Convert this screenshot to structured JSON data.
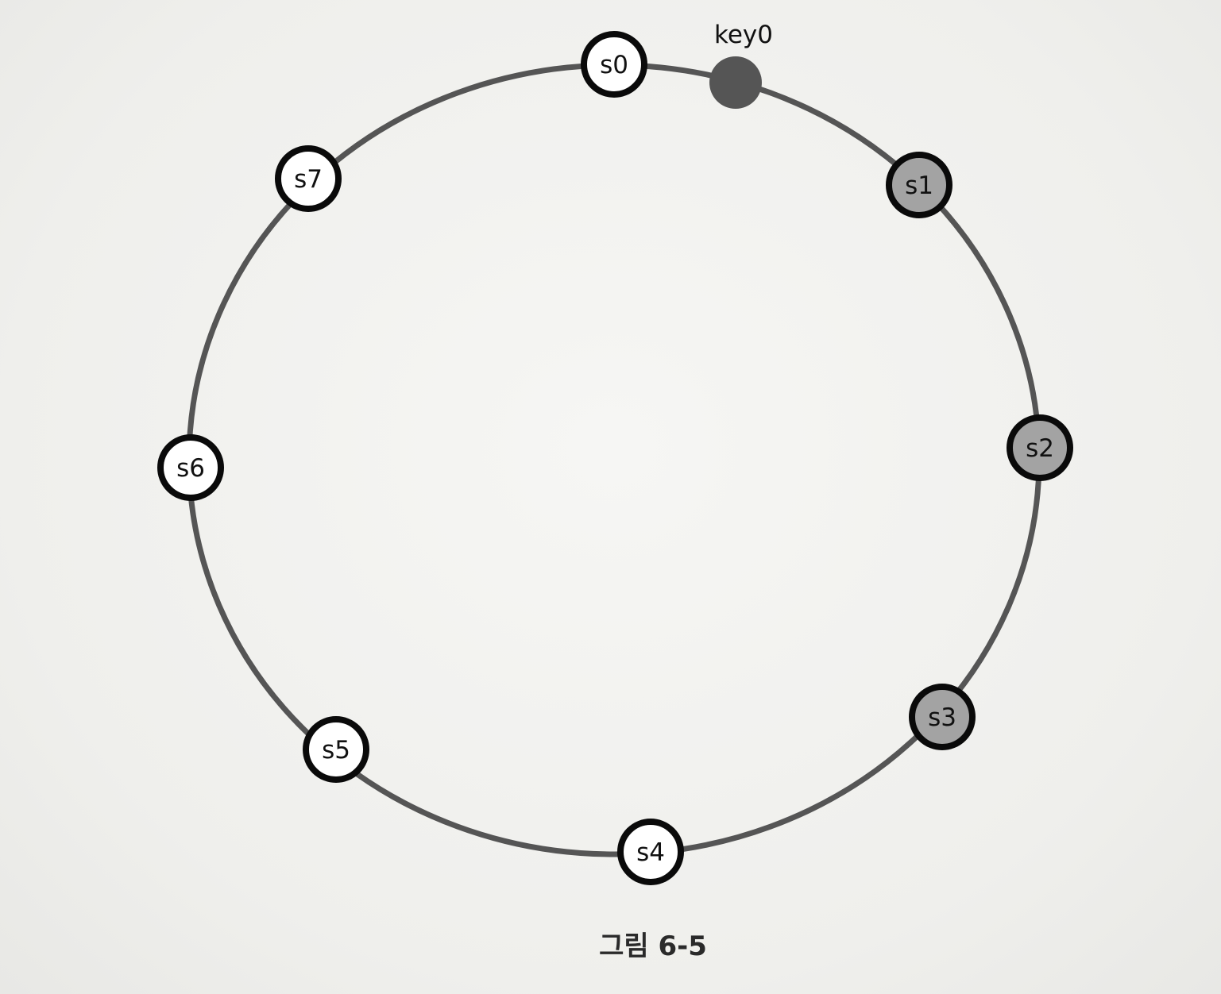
{
  "figure": {
    "caption": "그림 6-5"
  },
  "ring": {
    "servers": [
      {
        "id": "s0",
        "label": "s0",
        "highlighted": false
      },
      {
        "id": "s1",
        "label": "s1",
        "highlighted": true
      },
      {
        "id": "s2",
        "label": "s2",
        "highlighted": true
      },
      {
        "id": "s3",
        "label": "s3",
        "highlighted": true
      },
      {
        "id": "s4",
        "label": "s4",
        "highlighted": false
      },
      {
        "id": "s5",
        "label": "s5",
        "highlighted": false
      },
      {
        "id": "s6",
        "label": "s6",
        "highlighted": false
      },
      {
        "id": "s7",
        "label": "s7",
        "highlighted": false
      }
    ],
    "key": {
      "id": "key0",
      "label": "key0"
    }
  },
  "colors": {
    "ring_line": "#555555",
    "node_fill": "#ffffff",
    "node_highlight_fill": "#a3a3a3",
    "node_stroke": "#0a0a0a",
    "key_fill": "#555555"
  }
}
